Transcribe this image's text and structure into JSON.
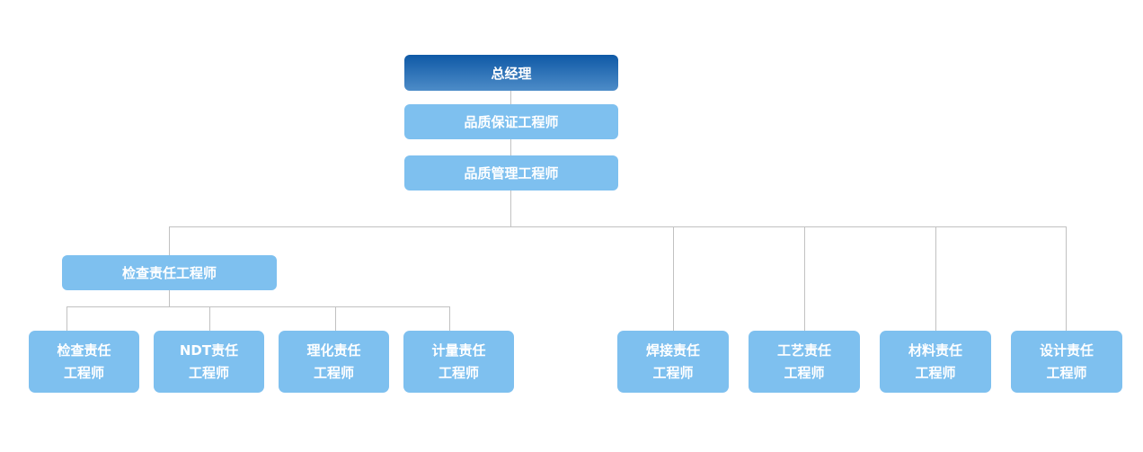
{
  "colors": {
    "background": "#ffffff",
    "root_gradient_top": "#0f59a6",
    "root_gradient_bottom": "#4d8cc8",
    "node_fill": "#7ec0ef",
    "node_text": "#ffffff",
    "connector": "#c1c1c1"
  },
  "org": {
    "root": {
      "label": "总经理"
    },
    "qa": {
      "label": "品质保证工程师"
    },
    "qm": {
      "label": "品质管理工程师"
    },
    "inspection_lead": {
      "label": "检查责任工程师"
    },
    "leaves_left": [
      {
        "line1": "检查责任",
        "line2": "工程师"
      },
      {
        "line1": "NDT责任",
        "line2": "工程师"
      },
      {
        "line1": "理化责任",
        "line2": "工程师"
      },
      {
        "line1": "计量责任",
        "line2": "工程师"
      }
    ],
    "leaves_right": [
      {
        "line1": "焊接责任",
        "line2": "工程师"
      },
      {
        "line1": "工艺责任",
        "line2": "工程师"
      },
      {
        "line1": "材料责任",
        "line2": "工程师"
      },
      {
        "line1": "设计责任",
        "line2": "工程师"
      }
    ]
  }
}
